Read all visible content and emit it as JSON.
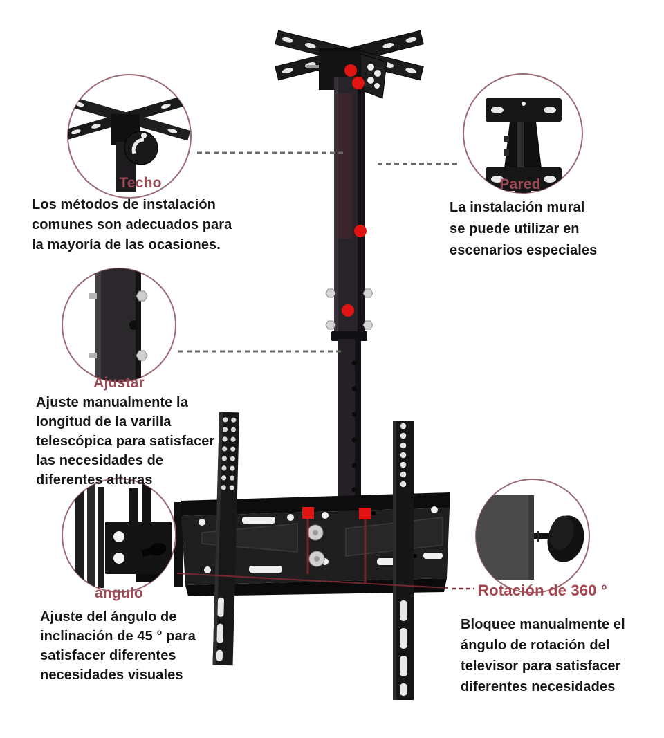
{
  "figure": {
    "name": "Soporte de techo para TV — diagrama de características",
    "type": "annotated-product-diagram"
  },
  "colors": {
    "background": "#ffffff",
    "label_text": "#9b4a56",
    "body_text": "#161616",
    "callout_ring": "#9b6a72",
    "connector_gray": "#6a6a6a",
    "connector_dark_red": "#7b2a34",
    "marker_red": "#e11414",
    "product_black": "#1c1c1c",
    "knob_gray": "#4a4a4a"
  },
  "callouts": {
    "techo": {
      "label": "Techo",
      "lines": [
        "Los métodos de instalación",
        "comunes son adecuados para",
        "la mayoría de las ocasiones."
      ]
    },
    "pared": {
      "label": "Pared",
      "lines": [
        "La instalación mural",
        "se puede utilizar en",
        "escenarios especiales"
      ]
    },
    "ajustar": {
      "label": "Ajustar",
      "lines": [
        "Ajuste manualmente la",
        "longitud de la varilla",
        "telescópica para satisfacer",
        "las necesidades de",
        "diferentes alturas"
      ]
    },
    "angulo": {
      "label": "ángulo",
      "lines": [
        "Ajuste del ángulo de",
        "inclinación de 45 ° para",
        "satisfacer diferentes",
        "necesidades visuales"
      ]
    },
    "rotacion": {
      "label": "Rotación de 360 °",
      "lines": [
        "Bloquee manualmente el",
        "ángulo de rotación del",
        "televisor para satisfacer",
        "diferentes necesidades"
      ]
    }
  }
}
